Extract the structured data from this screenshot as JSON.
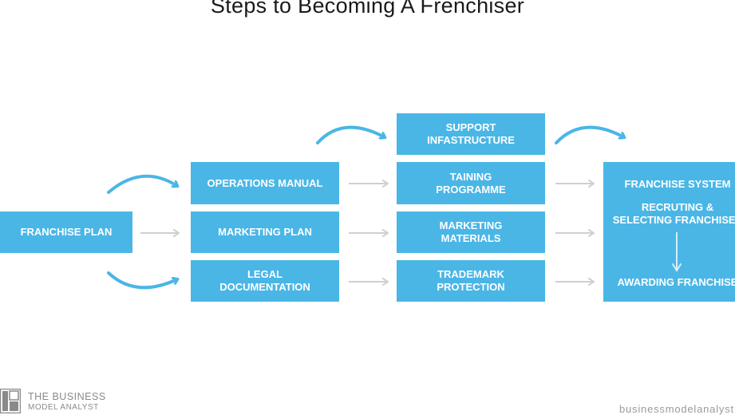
{
  "title": "Steps to Becoming A Frenchiser",
  "boxes": {
    "franchise_plan": "FRANCHISE PLAN",
    "operations_manual": "OPERATIONS MANUAL",
    "marketing_plan": "MARKETING PLAN",
    "legal_documentation": "LEGAL\nDOCUMENTATION",
    "support_infrastructure": "SUPPORT\nINFASTRUCTURE",
    "training_programme": "TAINING\nPROGRAMME",
    "marketing_materials": "MARKETING\nMATERIALS",
    "trademark_protection": "TRADEMARK\nPROTECTION"
  },
  "franchise_system": {
    "heading": "FRANCHISE SYSTEM",
    "step1": "RECRUTING &\nSELECTING FRANCHISEE",
    "step2": "AWARDING FRANCHISE"
  },
  "footer": {
    "logo_line1": "THE BUSINESS",
    "logo_line2": "MODEL ANALYST",
    "website": "businessmodelanalyst.c"
  },
  "colors": {
    "box_fill": "#4ab6e6",
    "curved_arrow": "#4ab6e6",
    "straight_arrow": "#d0d0d0",
    "logo_gray": "#8a8a8a"
  }
}
